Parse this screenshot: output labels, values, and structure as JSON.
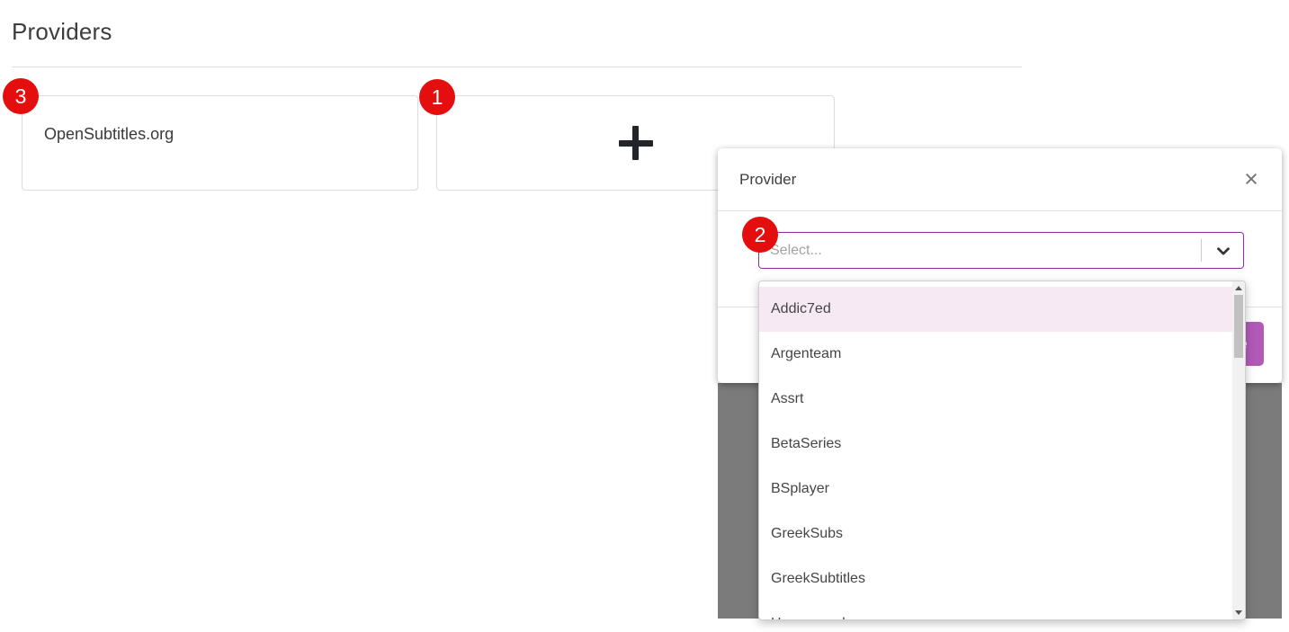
{
  "page": {
    "title": "Providers"
  },
  "providers": {
    "cards": [
      {
        "name": "OpenSubtitles.org"
      }
    ],
    "add_card": {
      "icon": "plus-icon"
    }
  },
  "annotations": {
    "badge_color": "#e50e0e",
    "steps": [
      {
        "label": "1"
      },
      {
        "label": "2"
      },
      {
        "label": "3"
      }
    ]
  },
  "modal": {
    "title": "Provider",
    "close_icon": "×",
    "select": {
      "placeholder": "Select...",
      "chevron_icon": "chevron-down-icon",
      "border_color": "#962da8"
    },
    "save_button": {
      "label": "Save",
      "color": "#b15ab8"
    }
  },
  "dropdown": {
    "options": [
      "Addic7ed",
      "Argenteam",
      "Assrt",
      "BetaSeries",
      "BSplayer",
      "GreekSubs",
      "GreekSubtitles",
      "Hosszupuska"
    ],
    "highlighted_option": "Addic7ed",
    "highlight_color": "#f6e9f4",
    "scrollbar": {
      "up_icon": "scroll-up-icon",
      "down_icon": "scroll-down-icon"
    }
  },
  "colors": {
    "overlay": "#7b7b7b"
  }
}
